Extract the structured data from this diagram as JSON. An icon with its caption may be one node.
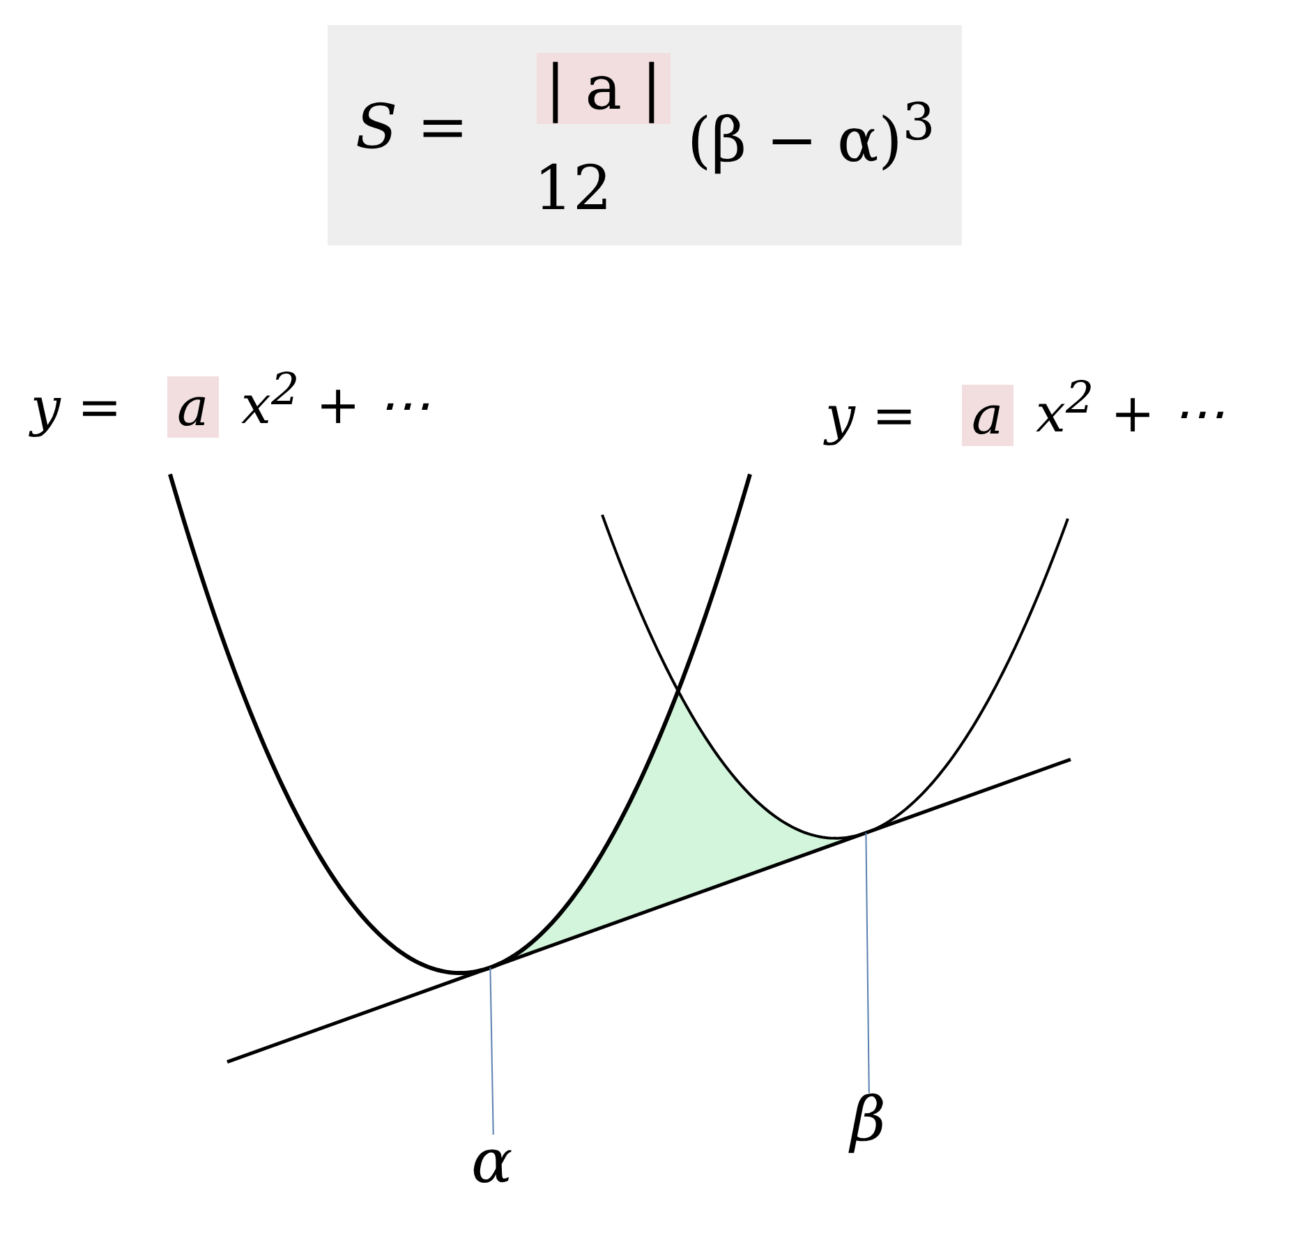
{
  "diagram": {
    "nodes": [
      {
        "text": [
          "S =",
          "| a |",
          "12",
          "(β − α)$^{3}$"
        ]
      },
      {
        "text": [
          "α"
        ]
      },
      {
        "text": [
          "β"
        ]
      }
    ],
    "edges": [
      {
        "from": 1,
        "to": null,
        "arrow": "none"
      },
      {
        "from": 2,
        "to": null,
        "arrow": "none"
      }
    ],
    "labels": [
      "y =",
      "a",
      "x$^{2}$ + ⋯",
      "y =",
      "a",
      "x$^{2}$ + ⋯"
    ]
  }
}
